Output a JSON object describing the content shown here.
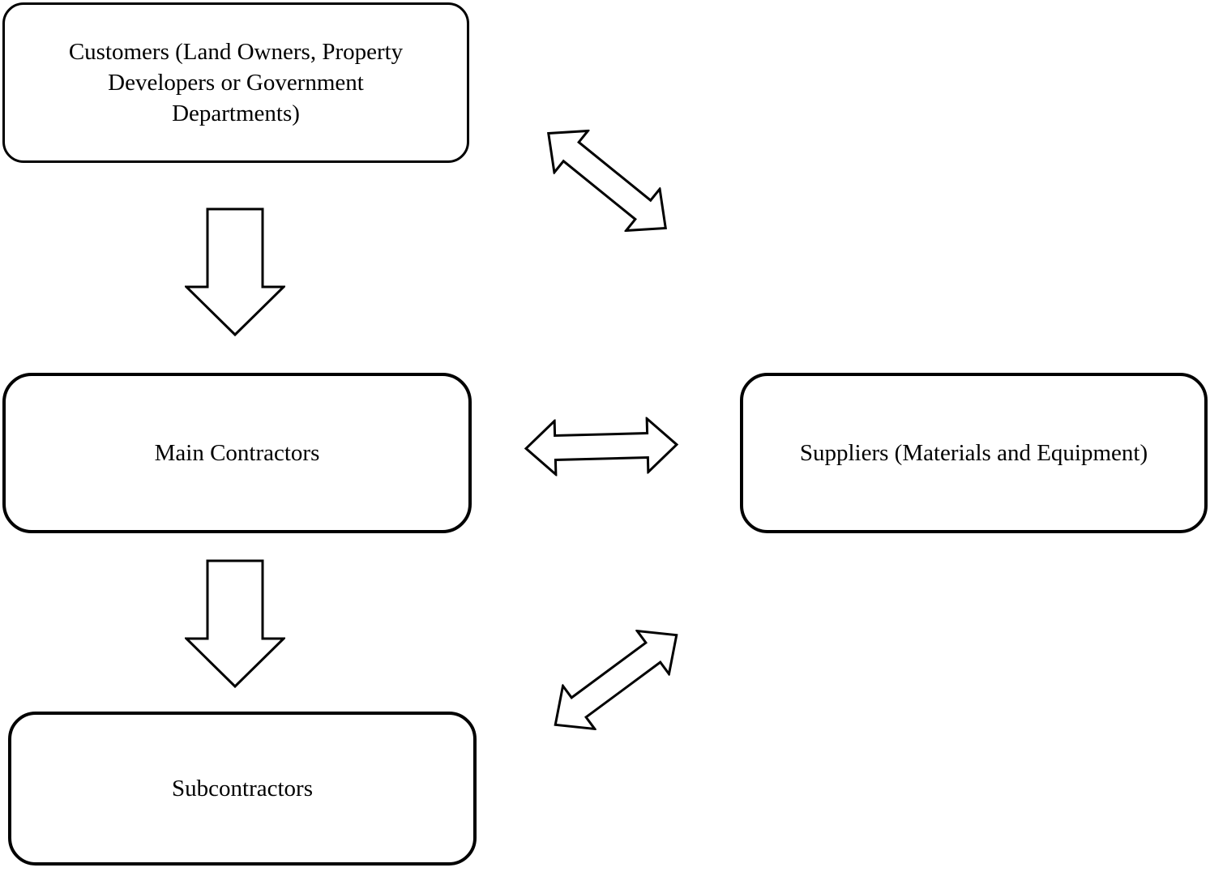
{
  "diagram": {
    "background_color": "#ffffff",
    "shape_fill_color": "#ffffff",
    "stroke_color": "#000000",
    "nodes": [
      {
        "id": "customers",
        "label": "Customers (Land Owners, Property Developers or Government Departments)"
      },
      {
        "id": "main-contractors",
        "label": "Main Contractors"
      },
      {
        "id": "subcontractors",
        "label": "Subcontractors"
      },
      {
        "id": "suppliers",
        "label": "Suppliers (Materials and Equipment)"
      }
    ],
    "edges": [
      {
        "from": "customers",
        "to": "main-contractors",
        "style": "block-arrow",
        "direction": "down"
      },
      {
        "from": "main-contractors",
        "to": "subcontractors",
        "style": "block-arrow",
        "direction": "down"
      },
      {
        "from": "customers",
        "to": "suppliers",
        "style": "outlined-double-arrow",
        "direction": "bidirectional"
      },
      {
        "from": "main-contractors",
        "to": "suppliers",
        "style": "outlined-double-arrow",
        "direction": "bidirectional"
      },
      {
        "from": "subcontractors",
        "to": "suppliers",
        "style": "outlined-double-arrow",
        "direction": "bidirectional"
      }
    ]
  }
}
